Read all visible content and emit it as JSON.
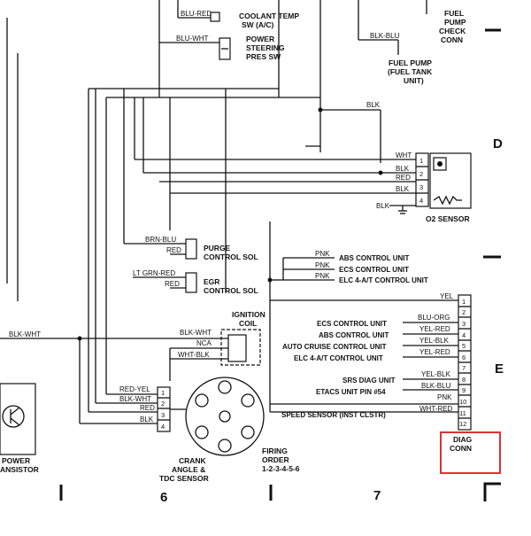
{
  "top": {
    "coolant_wire": "BLU-RED",
    "coolant_l1": "COOLANT TEMP",
    "coolant_l2": "SW (A/C)",
    "ps_wire": "BLU-WHT",
    "ps_l1": "POWER",
    "ps_l2": "STEERING",
    "ps_l3": "PRES SW",
    "fuel_check_l1": "FUEL",
    "fuel_check_l2": "PUMP",
    "fuel_check_l3": "CHECK",
    "fuel_check_l4": "CONN",
    "fuel_pump_wire": "BLK-BLU",
    "fuel_pump_l1": "FUEL PUMP",
    "fuel_pump_l2": "(FUEL TANK",
    "fuel_pump_l3": "UNIT)"
  },
  "o2": {
    "blk_top": "BLK",
    "wires": [
      "WHT",
      "BLK",
      "RED",
      "BLK"
    ],
    "pins": [
      "1",
      "2",
      "3",
      "4"
    ],
    "ground_wire": "BLK",
    "label": "O2 SENSOR"
  },
  "purge": {
    "wire1": "BRN-BLU",
    "wire2": "RED",
    "l1": "PURGE",
    "l2": "CONTROL SOL"
  },
  "egr": {
    "wire1": "LT GRN-RED",
    "wire2": "RED",
    "l1": "EGR",
    "l2": "CONTROL SOL"
  },
  "pnk_units": [
    {
      "wire": "PNK",
      "label": "ABS CONTROL UNIT"
    },
    {
      "wire": "PNK",
      "label": "ECS CONTROL UNIT"
    },
    {
      "wire": "PNK",
      "label": "ELC 4-A/T CONTROL UNIT"
    }
  ],
  "left": {
    "blk_wht": "BLK-WHT",
    "pt_l1": "POWER",
    "pt_l2": "ANSISTOR"
  },
  "ignition": {
    "l1": "IGNITION",
    "l2": "COIL",
    "wire_blkwht": "BLK-WHT",
    "wire_nca": "NCA",
    "wire_whtblk": "WHT-BLK"
  },
  "crank": {
    "wires": [
      "RED-YEL",
      "BLK-WHT",
      "RED",
      "BLK"
    ],
    "pins": [
      "1",
      "2",
      "3",
      "4"
    ],
    "l1": "CRANK",
    "l2": "ANGLE &",
    "l3": "TDC SENSOR",
    "fo_l1": "FIRING",
    "fo_l2": "ORDER",
    "fo_l3": "1-2-3-4-5-6"
  },
  "diag": {
    "pins": [
      "1",
      "2",
      "3",
      "4",
      "5",
      "6",
      "7",
      "8",
      "9",
      "10",
      "11",
      "12"
    ],
    "rows": [
      {
        "label": "",
        "wire": "YEL"
      },
      {
        "label": "",
        "wire": ""
      },
      {
        "label": "ECS CONTROL UNIT",
        "wire": "BLU-ORG"
      },
      {
        "label": "ABS CONTROL UNIT",
        "wire": "YEL-RED"
      },
      {
        "label": "AUTO CRUISE CONTROL UNIT",
        "wire": "YEL-BLK"
      },
      {
        "label": "ELC 4-A/T CONTROL UNIT",
        "wire": "YEL-RED"
      },
      {
        "label": "",
        "wire": ""
      },
      {
        "label": "SRS DIAG UNIT",
        "wire": "YEL-BLK"
      },
      {
        "label": "ETACS UNIT PIN #54",
        "wire": "BLK-BLU"
      },
      {
        "label": "",
        "wire": "PNK"
      },
      {
        "label": "SPEED SENSOR (INST CLSTR)",
        "wire": "WHT-RED"
      },
      {
        "label": "",
        "wire": ""
      }
    ],
    "l1": "DIAG",
    "l2": "CONN"
  },
  "grid": {
    "col6": "6",
    "col7": "7",
    "rowD": "D",
    "rowE": "E"
  }
}
